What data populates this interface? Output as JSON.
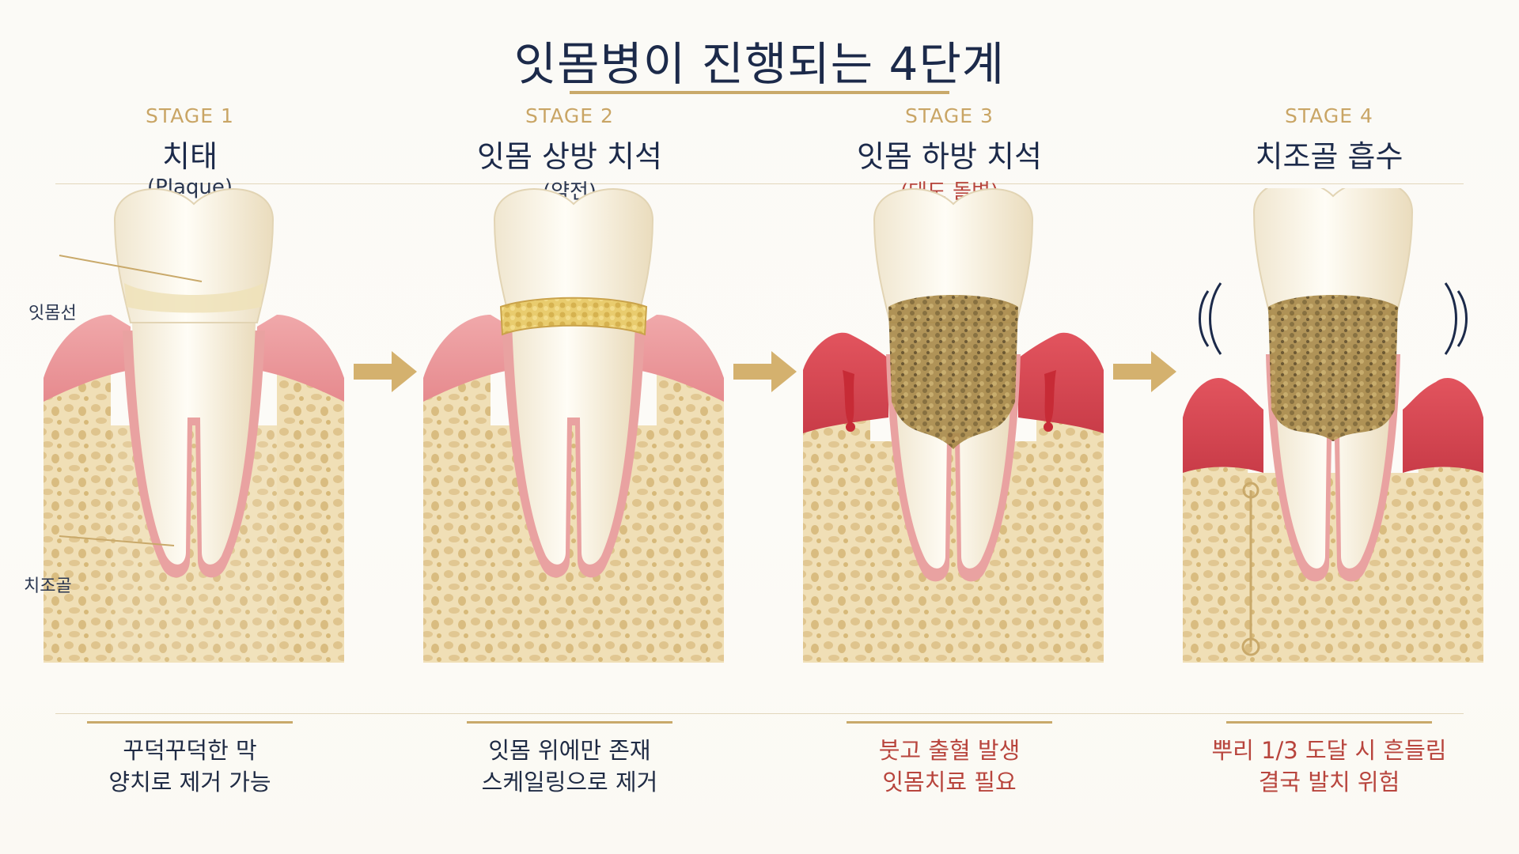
{
  "title": "잇몸병이 진행되는 4단계",
  "callouts": {
    "gumline": "잇몸선",
    "bone": "치조골"
  },
  "stages": [
    {
      "label": "STAGE 1",
      "name": "치태",
      "sub": "(Plaque)",
      "desc": [
        "꾸덕꾸덕한 막",
        "양치로 제거 가능"
      ]
    },
    {
      "label": "STAGE 2",
      "name": "잇몸 상방 치석",
      "sub": "(얌전)",
      "desc": [
        "잇몸 위에만 존재",
        "스케일링으로 제거"
      ]
    },
    {
      "label": "STAGE 3",
      "name": "잇몸 하방 치석",
      "sub": "(태도 돌변)",
      "desc": [
        "붓고 출혈 발생",
        "잇몸치료 필요"
      ]
    },
    {
      "label": "STAGE 4",
      "name": "치조골 흡수",
      "sub": "",
      "desc": [
        "뿌리 1/3 도달 시 흔들림",
        "결국 발치 위험"
      ]
    }
  ],
  "colors": {
    "gold": "#c9a96a",
    "navy": "#1c2a4a",
    "warning": "#b8453d",
    "gum": "#e8888d",
    "bone": "#ead6a8"
  }
}
